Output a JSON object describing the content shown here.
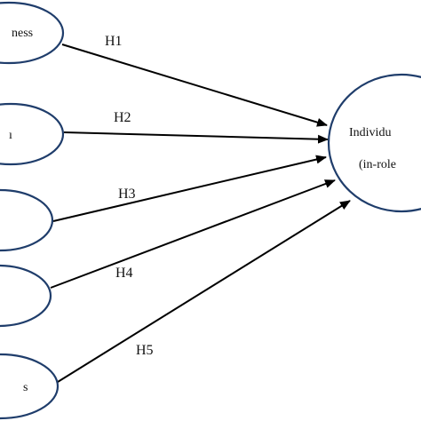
{
  "diagram": {
    "colors": {
      "node_stroke": "#1f3d6b",
      "edge": "#000000",
      "text": "#111111",
      "background": "#ffffff"
    },
    "nodes": [
      {
        "id": "n1",
        "lines": [
          "ness"
        ]
      },
      {
        "id": "n2",
        "lines": [
          "ı"
        ]
      },
      {
        "id": "n3",
        "lines": [
          ""
        ]
      },
      {
        "id": "n4",
        "lines": [
          ""
        ]
      },
      {
        "id": "n5",
        "lines": [
          "s"
        ]
      },
      {
        "id": "target",
        "lines": [
          "Individu",
          "(in-role"
        ]
      }
    ],
    "edges": [
      {
        "id": "e1",
        "from": "n1",
        "to": "target",
        "label": "H1"
      },
      {
        "id": "e2",
        "from": "n2",
        "to": "target",
        "label": "H2"
      },
      {
        "id": "e3",
        "from": "n3",
        "to": "target",
        "label": "H3"
      },
      {
        "id": "e4",
        "from": "n4",
        "to": "target",
        "label": "H4"
      },
      {
        "id": "e5",
        "from": "n5",
        "to": "target",
        "label": "H5"
      }
    ]
  }
}
